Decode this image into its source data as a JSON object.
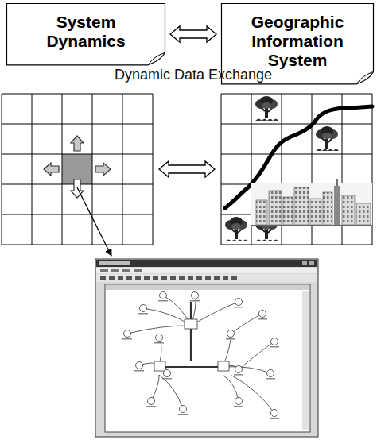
{
  "diagram": {
    "nodes": [
      {
        "text": [
          "System Dynamics"
        ]
      },
      {
        "text": [
          "Geographic Information System"
        ]
      }
    ],
    "edges": [
      {
        "from": 0,
        "to": 1,
        "arrow": "both"
      }
    ],
    "labels": [
      "Dynamic Data Exchange"
    ]
  }
}
